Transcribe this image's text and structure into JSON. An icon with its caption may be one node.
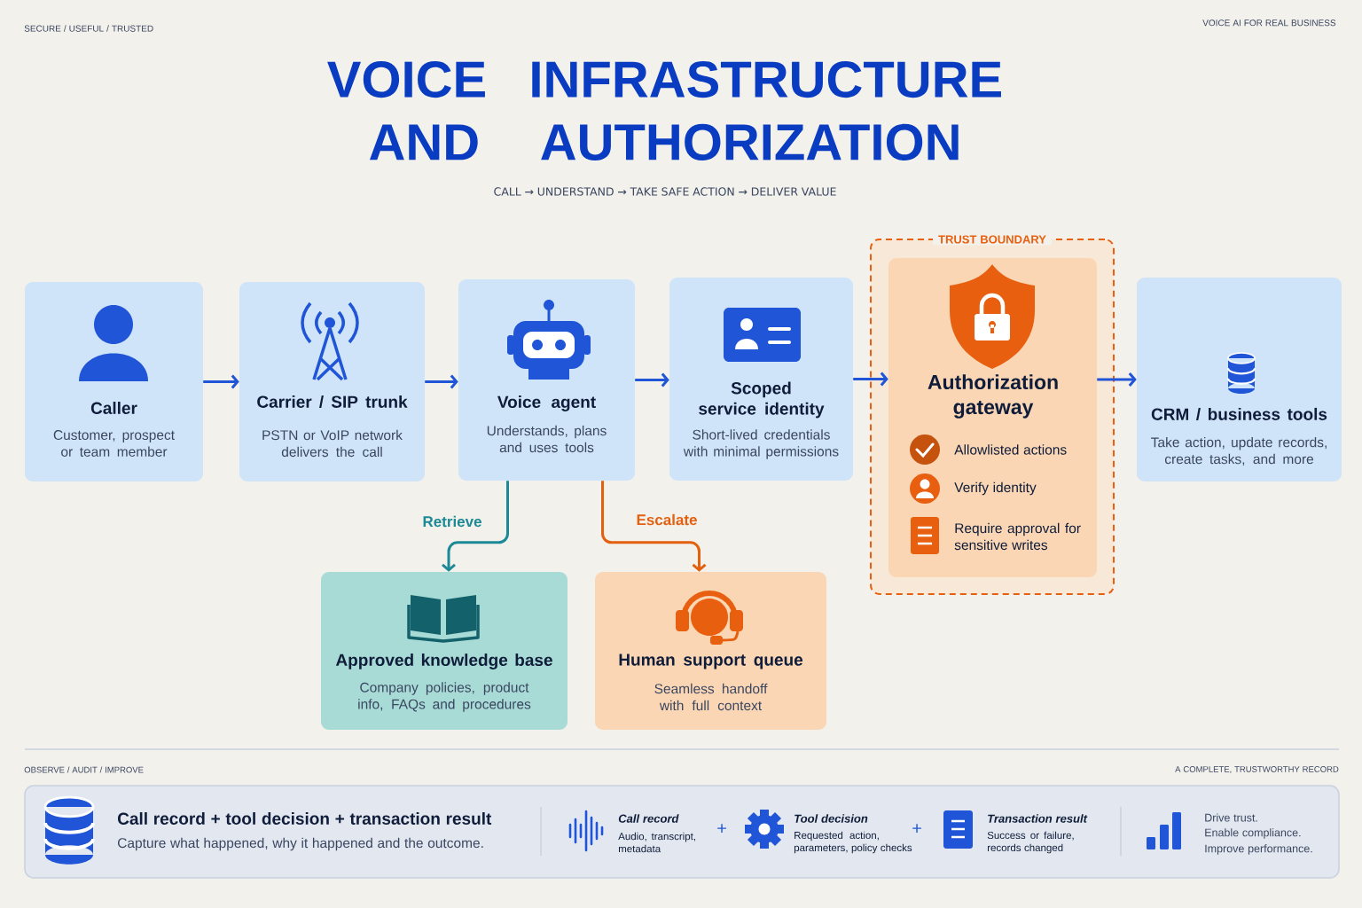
{
  "diagram": {
    "title": "VOICE INFRASTRUCTURE AND AUTHORIZATION",
    "nodes": [
      {
        "text": [
          "Caller",
          "Customer, prospect or team member"
        ]
      },
      {
        "text": [
          "Carrier / SIP trunk",
          "PSTN or VoIP network delivers the call"
        ]
      },
      {
        "text": [
          "Voice agent",
          "Understands, plans and uses tools"
        ]
      },
      {
        "text": [
          "Scoped service identity",
          "Short-lived credentials with minimal permissions"
        ]
      },
      {
        "text": [
          "TRUST BOUNDARY"
        ]
      },
      {
        "text": [
          "Authorization gateway",
          "Allowlisted actions",
          "Verify identity",
          "Require approval for sensitive writes"
        ],
        "in": 4
      },
      {
        "text": [
          "CRM / business tools",
          "Take action, update records, create tasks, and more"
        ]
      },
      {
        "text": [
          "Approved knowledge base",
          "Company policies, product info, FAQs and procedures"
        ]
      },
      {
        "text": [
          "Human support queue",
          "Seamless handoff with full context"
        ]
      },
      {
        "text": [
          "Call record + tool decision + transaction result",
          "Capture what happened, why it happened and the outcome.",
          "Call record",
          "Audio, transcript, metadata",
          "+",
          "Tool decision",
          "Requested action, parameters, policy checks",
          "+",
          "Transaction result",
          "Success or failure, records changed",
          "Drive trust.",
          "Enable compliance.",
          "Improve performance."
        ]
      }
    ],
    "edges": [
      {
        "from": 0,
        "to": 1,
        "arrow": "to"
      },
      {
        "from": 1,
        "to": 2,
        "arrow": "to"
      },
      {
        "from": 2,
        "to": 3,
        "arrow": "to"
      },
      {
        "from": 3,
        "to": 5,
        "arrow": "to"
      },
      {
        "from": 5,
        "to": 6,
        "arrow": "to"
      },
      {
        "from": 2,
        "to": 7,
        "arrow": "to",
        "label": "Retrieve",
        "color": "#1c8a96"
      },
      {
        "from": 2,
        "to": 8,
        "arrow": "to",
        "label": "Escalate",
        "color": "#e2600f"
      }
    ],
    "labels": [
      "SECURE / USEFUL / TRUSTED",
      "VOICE AI FOR REAL BUSINESS",
      "CALL → UNDERSTAND → TAKE SAFE ACTION → DELIVER VALUE",
      "OBSERVE / AUDIT / IMPROVE",
      "A COMPLETE, TRUSTWORTHY RECORD"
    ]
  }
}
